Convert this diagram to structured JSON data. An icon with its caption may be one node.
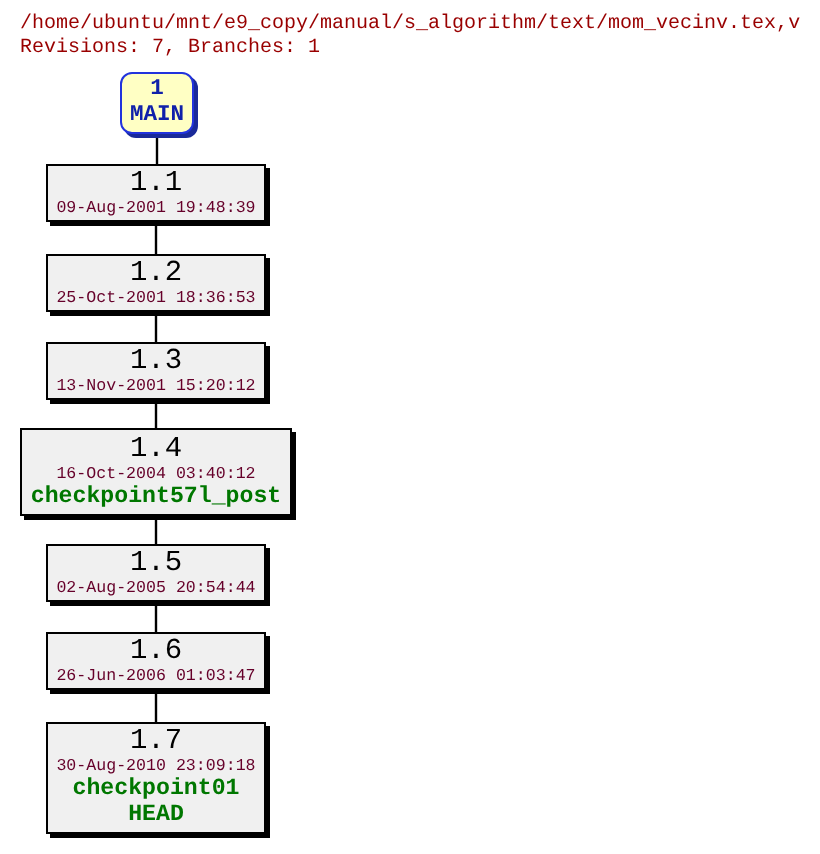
{
  "diagram": {
    "title": "/home/ubuntu/mnt/e9_copy/manual/s_algorithm/text/mom_vecinv.tex,v",
    "nodes": [
      {
        "text": [
          "1",
          "MAIN"
        ]
      },
      {
        "text": [
          "1.1",
          "09-Aug-2001 19:48:39"
        ]
      },
      {
        "text": [
          "1.2",
          "25-Oct-2001 18:36:53"
        ]
      },
      {
        "text": [
          "1.3",
          "13-Nov-2001 15:20:12"
        ]
      },
      {
        "text": [
          "1.4",
          "16-Oct-2004 03:40:12",
          "checkpoint57l_post"
        ]
      },
      {
        "text": [
          "1.5",
          "02-Aug-2005 20:54:44"
        ]
      },
      {
        "text": [
          "1.6",
          "26-Jun-2006 01:03:47"
        ]
      },
      {
        "text": [
          "1.7",
          "30-Aug-2010 23:09:18",
          "checkpoint01",
          "HEAD"
        ]
      }
    ],
    "edges": [
      {
        "from": 0,
        "to": 1,
        "arrow": "none"
      },
      {
        "from": 1,
        "to": 2,
        "arrow": "none"
      },
      {
        "from": 2,
        "to": 3,
        "arrow": "none"
      },
      {
        "from": 3,
        "to": 4,
        "arrow": "none"
      },
      {
        "from": 4,
        "to": 5,
        "arrow": "none"
      },
      {
        "from": 5,
        "to": 6,
        "arrow": "none"
      },
      {
        "from": 6,
        "to": 7,
        "arrow": "none"
      }
    ],
    "labels": [
      "Revisions: 7, Branches: 1"
    ]
  }
}
